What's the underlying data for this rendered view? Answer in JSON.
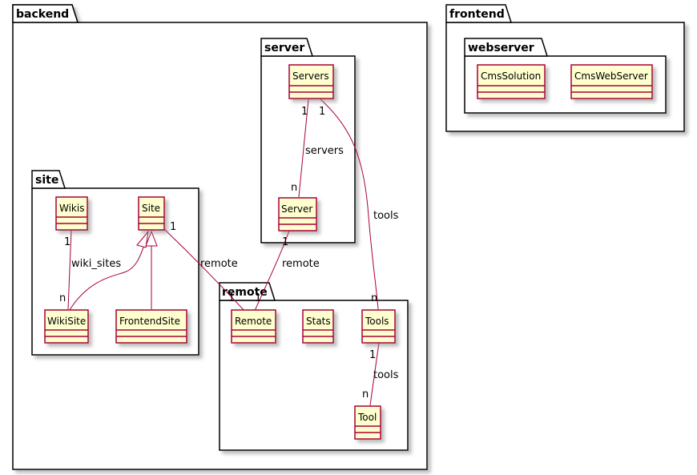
{
  "colors": {
    "class_fill": "#FEFECE",
    "class_border": "#A80036",
    "edge": "#A80036",
    "package_border": "#000000",
    "shadow": "#C8C8C8"
  },
  "packages": {
    "backend": "backend",
    "server": "server",
    "site": "site",
    "remote": "remote",
    "frontend": "frontend",
    "webserver": "webserver"
  },
  "classes": {
    "servers": "Servers",
    "server": "Server",
    "wikis": "Wikis",
    "site": "Site",
    "wikisite": "WikiSite",
    "frontendsite": "FrontendSite",
    "remote": "Remote",
    "stats": "Stats",
    "tools": "Tools",
    "tool": "Tool",
    "cmssolution": "CmsSolution",
    "cmswebserver": "CmsWebServer"
  },
  "edges": {
    "servers_server": {
      "label": "servers",
      "from_mult": "1",
      "to_mult": "n"
    },
    "servers_tools": {
      "label": "tools",
      "from_mult": "1",
      "to_mult": "n"
    },
    "server_remote": {
      "label": "remote",
      "from_mult": "1",
      "to_mult": "1"
    },
    "site_remote": {
      "label": "remote",
      "from_mult": "1",
      "to_mult": "1"
    },
    "wikis_wikisite": {
      "label": "wiki_sites",
      "from_mult": "1",
      "to_mult": "n"
    },
    "tools_tool": {
      "label": "tools",
      "from_mult": "1",
      "to_mult": "n"
    }
  }
}
